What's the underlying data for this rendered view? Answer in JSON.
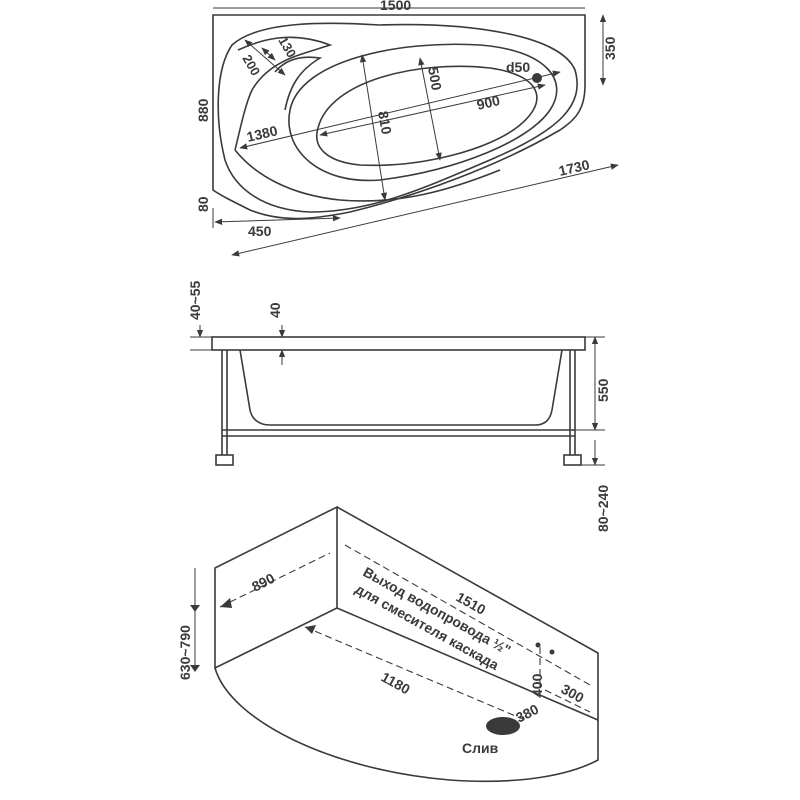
{
  "top_view": {
    "width": "1500",
    "depth_right": "350",
    "depth_left": "880",
    "diag_1730": "1730",
    "diag_1380": "1380",
    "inner_810": "810",
    "inner_500": "500",
    "inner_900": "900",
    "drain_d50": "d50",
    "rim_80": "80",
    "offset_450": "450",
    "head_130": "130",
    "head_200": "200"
  },
  "side_view": {
    "rim_40_55": "40~55",
    "rim_40": "40",
    "height_550": "550",
    "legs_80_240": "80~240"
  },
  "wall_view": {
    "wall_890": "890",
    "wall_1510": "1510",
    "height_630_790": "630~790",
    "length_1180": "1180",
    "height_400": "400",
    "offset_300": "300",
    "drain_380": "380",
    "water_outlet_line1": "Выход водопровода ½\"",
    "water_outlet_line2": "для смесителя каскада",
    "drain_label": "Слив"
  }
}
